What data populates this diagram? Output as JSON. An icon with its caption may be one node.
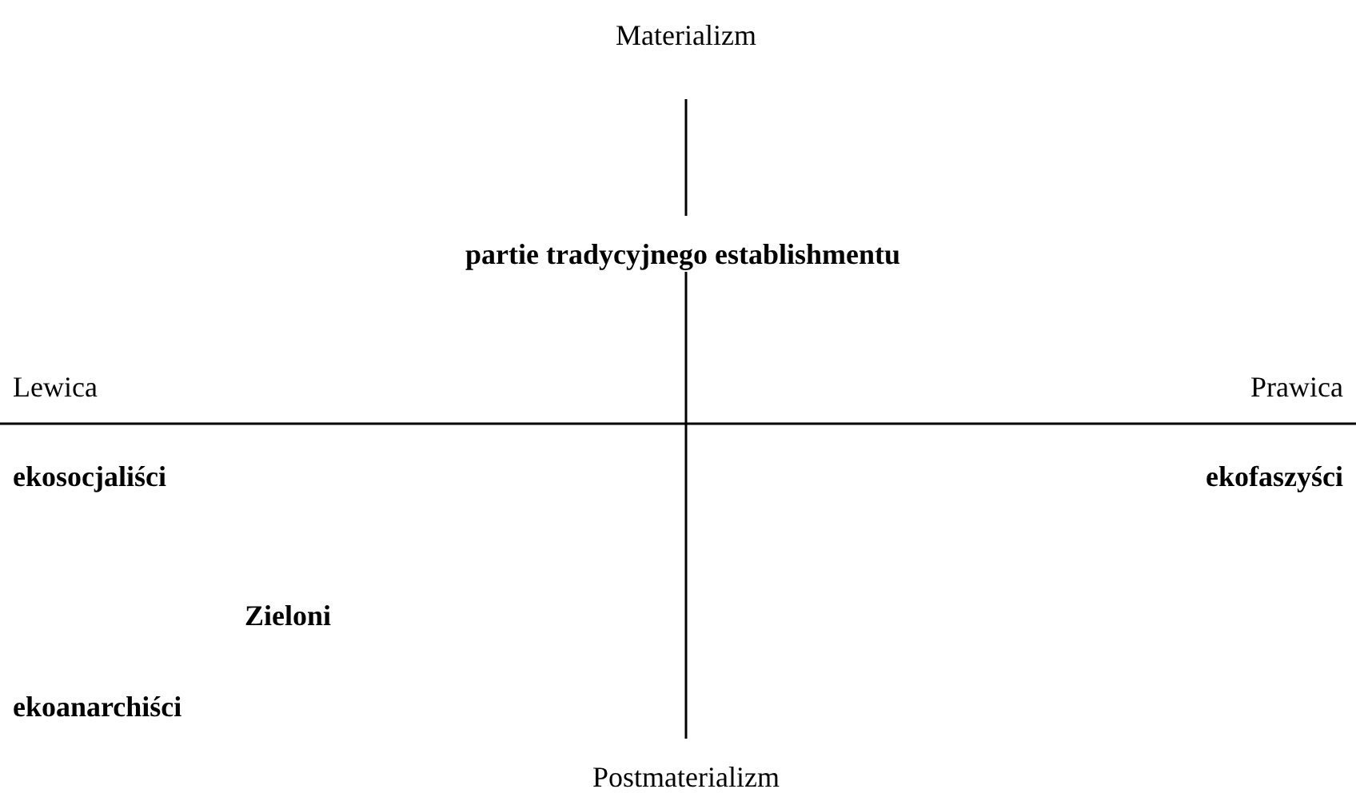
{
  "diagram": {
    "labels": [
      "Materializm",
      "partie tradycyjnego establishmentu",
      "Lewica",
      "Prawica",
      "ekosocjaliści",
      "ekofaszyści",
      "Zieloni",
      "ekoanarchiści",
      "Postmaterializm"
    ]
  }
}
